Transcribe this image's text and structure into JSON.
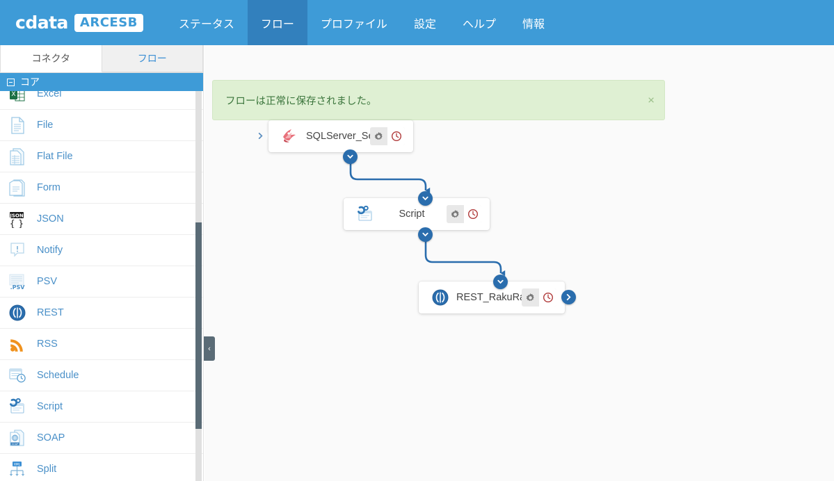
{
  "navbar": {
    "brand_primary": "cdata",
    "brand_secondary": "ARCESB",
    "brand_color": "#3e9bd7",
    "items": [
      {
        "label": "ステータス",
        "active": false
      },
      {
        "label": "フロー",
        "active": true
      },
      {
        "label": "プロファイル",
        "active": false
      },
      {
        "label": "設定",
        "active": false
      },
      {
        "label": "ヘルプ",
        "active": false
      },
      {
        "label": "情報",
        "active": false
      }
    ]
  },
  "sidebar": {
    "tabs": [
      {
        "label": "コネクタ",
        "active": true
      },
      {
        "label": "フロー",
        "active": false
      }
    ],
    "group": {
      "label": "コア",
      "expanded": true
    },
    "connectors": [
      {
        "label": "Excel",
        "icon": "excel-icon"
      },
      {
        "label": "File",
        "icon": "file-icon"
      },
      {
        "label": "Flat File",
        "icon": "flat-file-icon"
      },
      {
        "label": "Form",
        "icon": "form-icon"
      },
      {
        "label": "JSON",
        "icon": "json-icon"
      },
      {
        "label": "Notify",
        "icon": "notify-icon"
      },
      {
        "label": "PSV",
        "icon": "psv-icon"
      },
      {
        "label": "REST",
        "icon": "rest-icon"
      },
      {
        "label": "RSS",
        "icon": "rss-icon"
      },
      {
        "label": "Schedule",
        "icon": "schedule-icon"
      },
      {
        "label": "Script",
        "icon": "script-icon"
      },
      {
        "label": "SOAP",
        "icon": "soap-icon"
      },
      {
        "label": "Split",
        "icon": "split-icon"
      }
    ],
    "collapse_handle": "‹"
  },
  "canvas": {
    "alert": {
      "message": "フローは正常に保存されました。",
      "close_label": "×",
      "background": "#dff0d3",
      "text_color": "#3c763d"
    },
    "nodes": [
      {
        "title": "SQLServer_Se...",
        "icon": "sqlserver-icon",
        "settings_label": "⚙",
        "history_label": "⏱"
      },
      {
        "title": "Script",
        "icon": "script-icon",
        "settings_label": "⚙",
        "history_label": "⏱"
      },
      {
        "title": "REST_RakuRa...",
        "icon": "rest-icon",
        "settings_label": "⚙",
        "history_label": "⏱"
      }
    ],
    "connector_color": "#2a6dad"
  }
}
